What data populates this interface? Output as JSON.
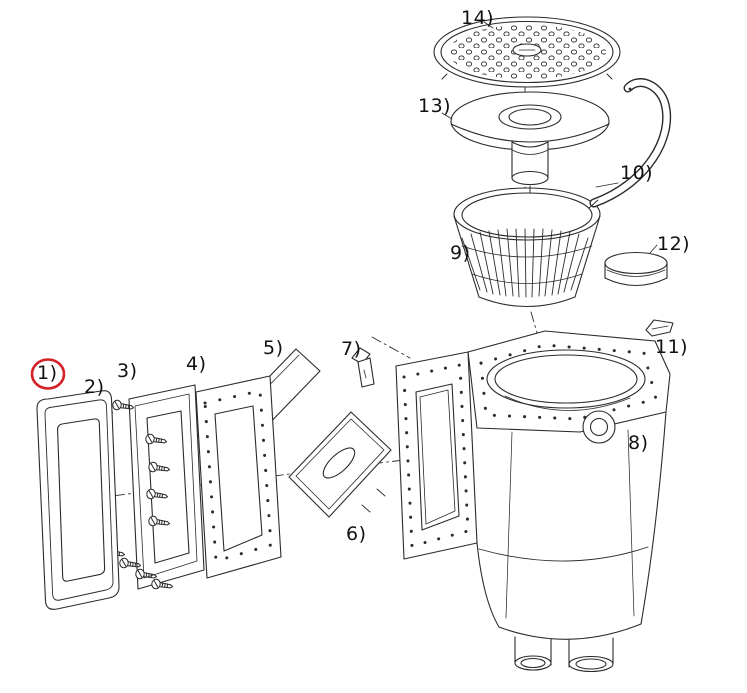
{
  "diagram": {
    "kind": "exploded-parts-diagram",
    "subject": "pool-skimmer-assembly",
    "background_color": "#ffffff",
    "line_color": "#2b2b2b",
    "highlight": {
      "part_number": "1",
      "color": "#d42027"
    },
    "parts": [
      {
        "num": "1",
        "label": "1)",
        "name": "faceplate-frame",
        "highlighted": true
      },
      {
        "num": "2",
        "label": "2)",
        "name": "screws"
      },
      {
        "num": "3",
        "label": "3)",
        "name": "clamp-frame-with-screws"
      },
      {
        "num": "4",
        "label": "4)",
        "name": "mounting-frame"
      },
      {
        "num": "5",
        "label": "5)",
        "name": "weir-plate"
      },
      {
        "num": "6",
        "label": "6)",
        "name": "access-door"
      },
      {
        "num": "7",
        "label": "7)",
        "name": "corner-bracket"
      },
      {
        "num": "8",
        "label": "8)",
        "name": "skimmer-body"
      },
      {
        "num": "9",
        "label": "9)",
        "name": "strainer-basket"
      },
      {
        "num": "10",
        "label": "10)",
        "name": "handle"
      },
      {
        "num": "11",
        "label": "11)",
        "name": "clip"
      },
      {
        "num": "12",
        "label": "12)",
        "name": "weir-cover"
      },
      {
        "num": "13",
        "label": "13)",
        "name": "lid-seat-collar"
      },
      {
        "num": "14",
        "label": "14)",
        "name": "perforated-round-lid"
      }
    ]
  }
}
